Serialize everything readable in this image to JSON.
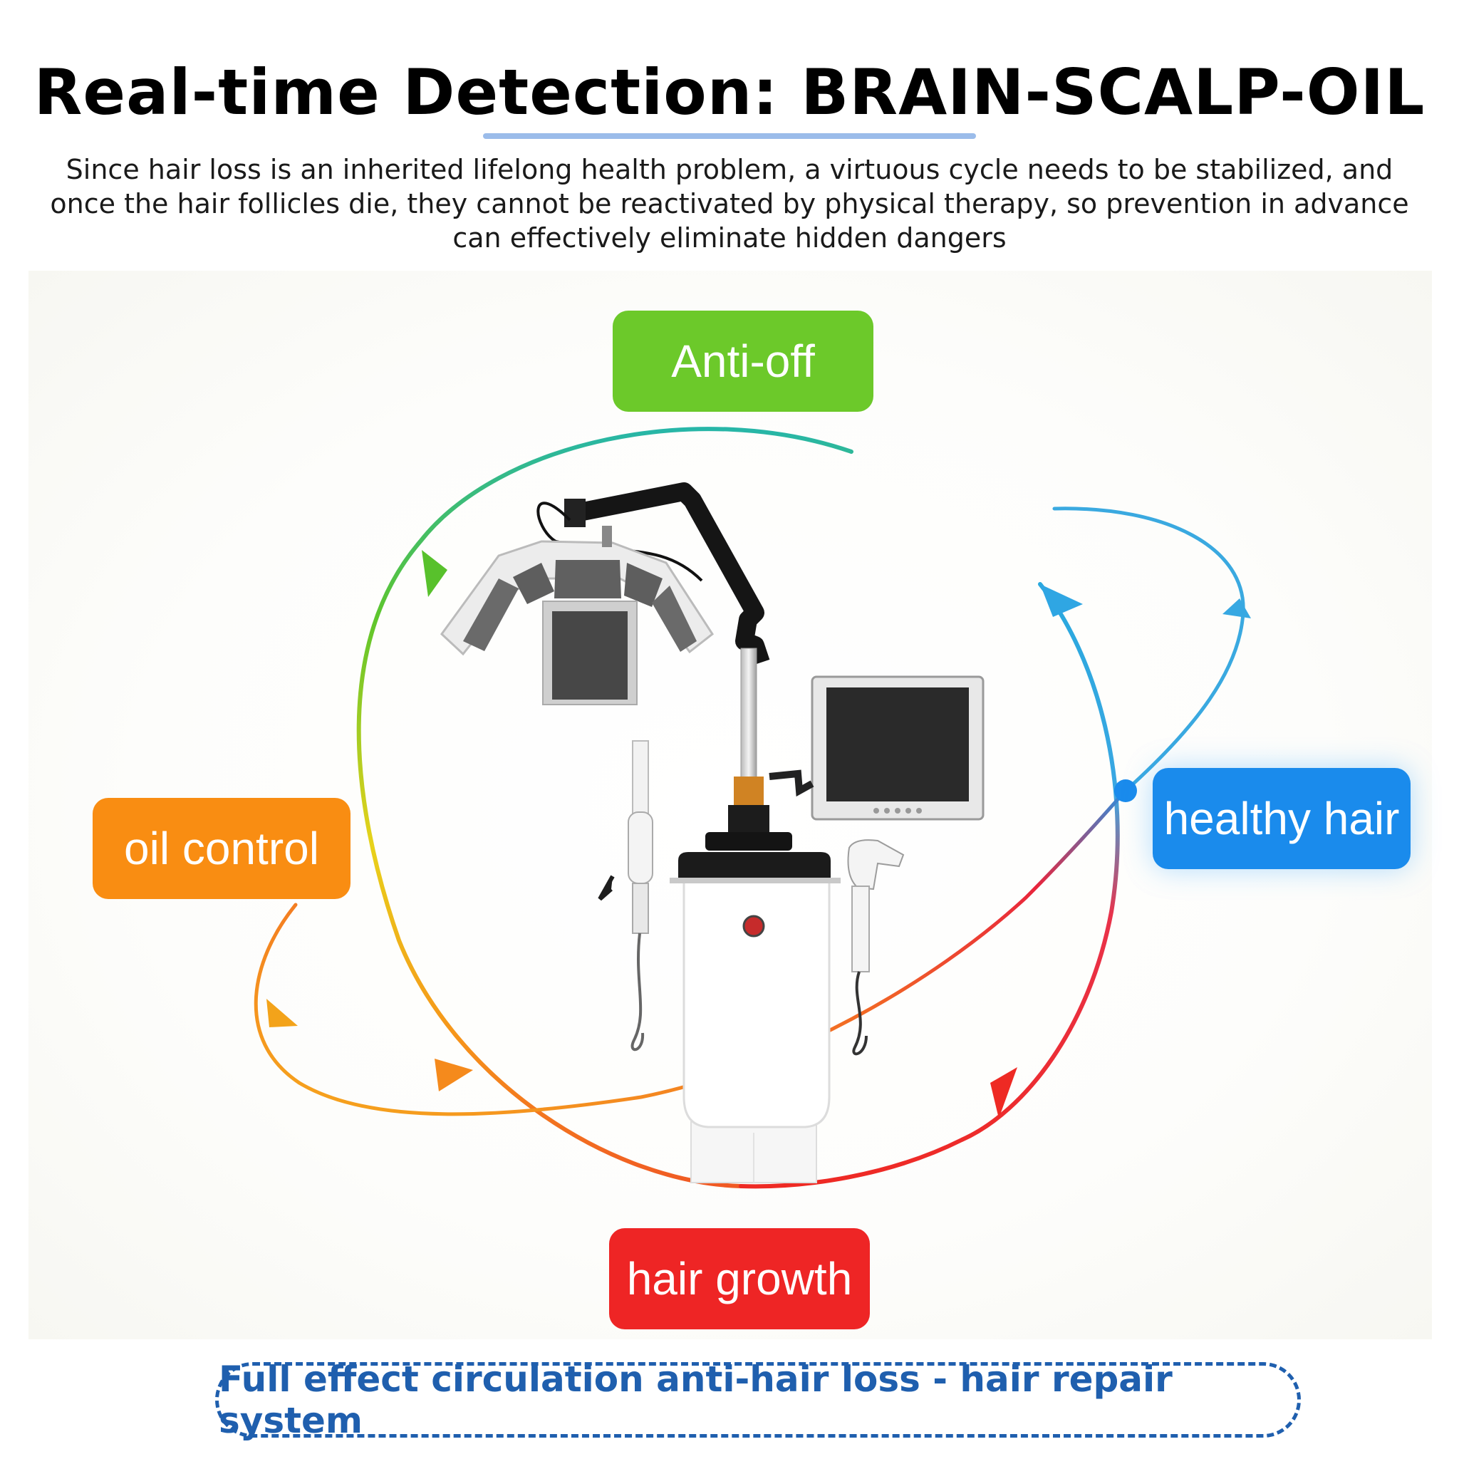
{
  "title": "Real-time Detection: BRAIN-SCALP-OIL",
  "subtitle": "Since hair loss is an inherited lifelong health problem, a virtuous cycle needs to be stabilized, and once the hair follicles die, they cannot be reactivated by physical therapy, so prevention in advance can effectively eliminate hidden dangers",
  "labels": {
    "anti_off": "Anti-off",
    "oil_control": "oil control",
    "healthy_hair": "healthy hair",
    "hair_growth": "hair growth"
  },
  "footer": "Full effect circulation anti-hair loss - hair repair system",
  "colors": {
    "anti_off": "#6cc92a",
    "oil_control": "#f98d12",
    "healthy_hair": "#1a8bec",
    "hair_growth": "#ee2525",
    "footer_text": "#1f5fae",
    "underline": "#9bbcea"
  }
}
